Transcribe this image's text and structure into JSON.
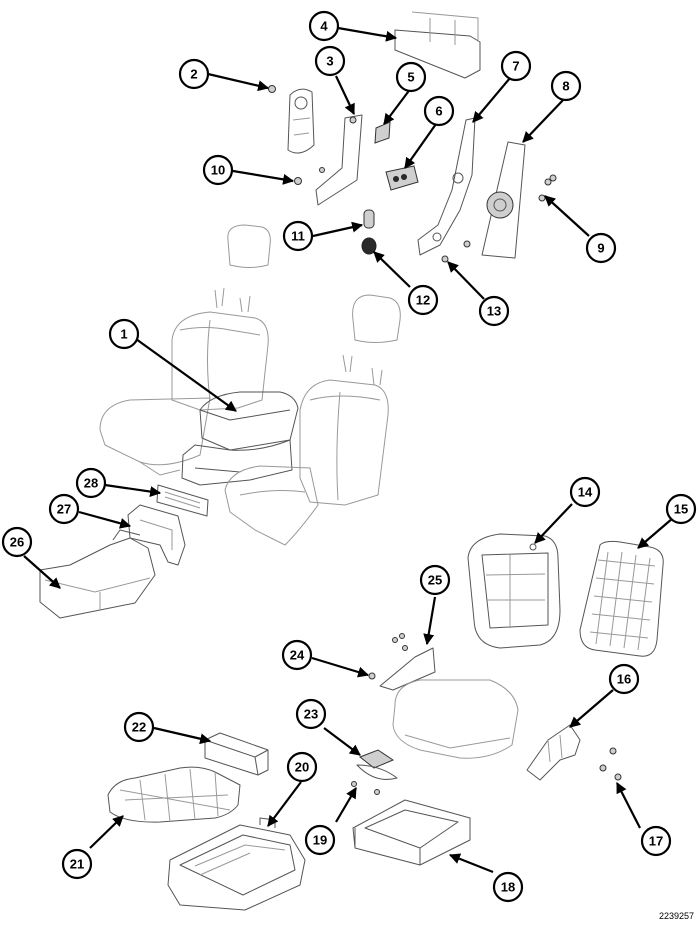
{
  "figure_id": "2239257",
  "callouts": [
    "1",
    "2",
    "3",
    "4",
    "5",
    "6",
    "7",
    "8",
    "9",
    "10",
    "11",
    "12",
    "13",
    "14",
    "15",
    "16",
    "17",
    "18",
    "19",
    "20",
    "21",
    "22",
    "23",
    "24",
    "25",
    "26",
    "27",
    "28"
  ]
}
